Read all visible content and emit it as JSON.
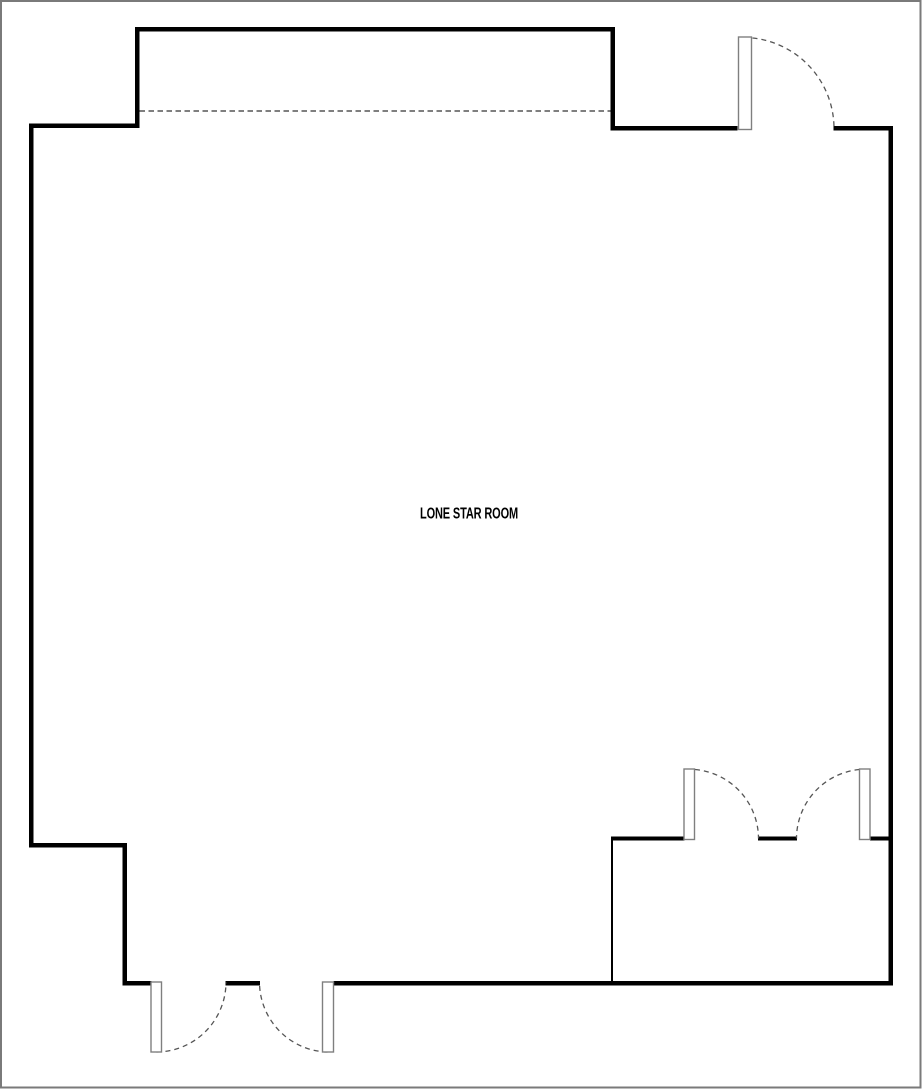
{
  "plan": {
    "room_label": "LONE STAR ROOM"
  },
  "colors": {
    "background": "#ffffff",
    "wall": "#000000",
    "door_leaf_outline": "#7f7f7f",
    "door_swing_arc": "#555555",
    "partition_line": "#333333",
    "frame_border": "#7a7a7a",
    "label_text": "#000000"
  },
  "features": {
    "doors": [
      {
        "name": "top-right-single-door",
        "swing": "outward"
      },
      {
        "name": "bottom-right-double-door",
        "swing": "inward"
      },
      {
        "name": "bottom-left-double-door",
        "swing": "outward"
      }
    ],
    "partition": {
      "name": "alcove-dashed-partition",
      "style": "dashed"
    },
    "sub_room": {
      "name": "bottom-right-notch-room"
    }
  }
}
